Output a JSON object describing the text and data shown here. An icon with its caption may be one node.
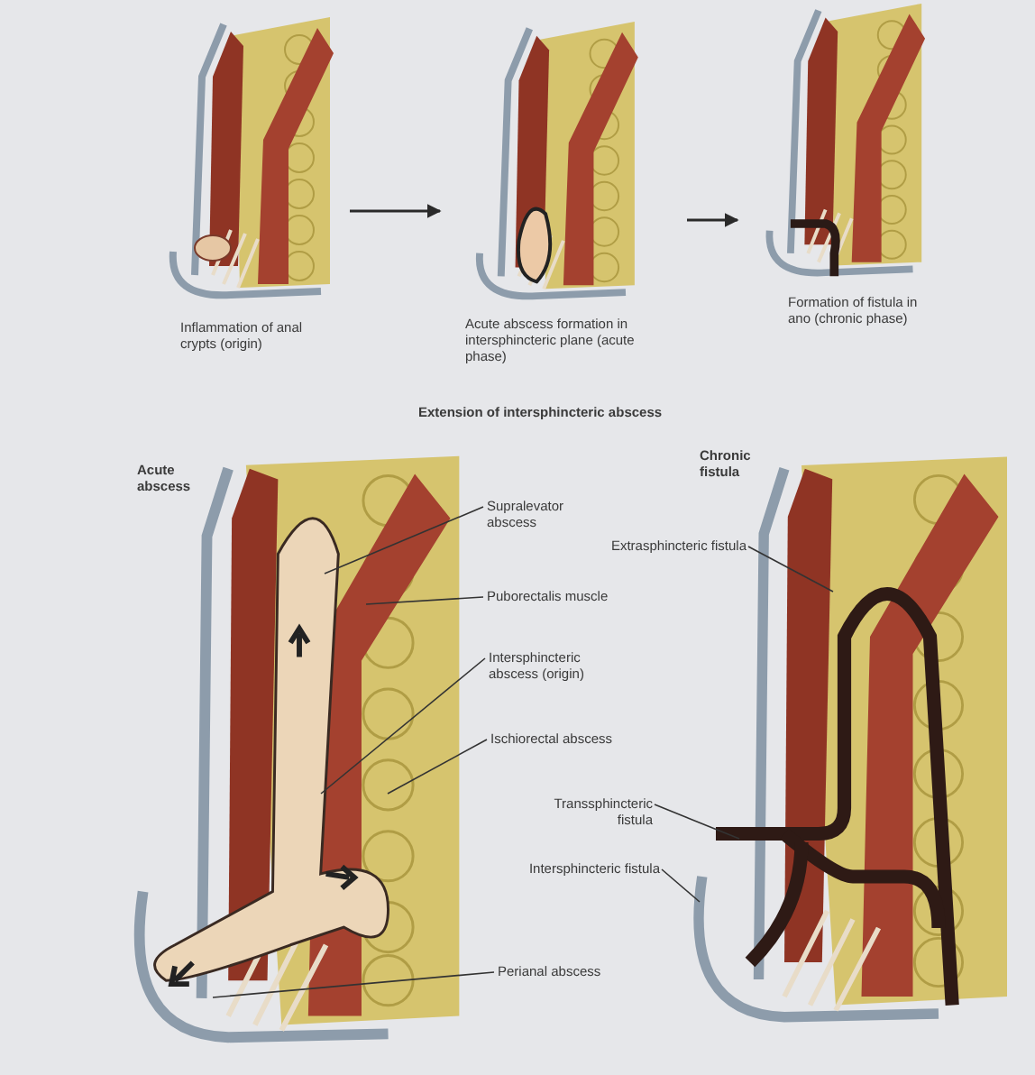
{
  "diagram": {
    "nodes": [
      {
        "text": [
          "Inflammation of anal crypts (origin)"
        ]
      },
      {
        "text": [
          "Acute abscess formation in intersphincteric plane (acute phase)"
        ]
      },
      {
        "text": [
          "Formation of fistula in ano (chronic phase)"
        ]
      },
      {
        "text": [
          "Acute abscess"
        ]
      },
      {
        "text": [
          "Supralevator abscess"
        ]
      },
      {
        "text": [
          "Puborectalis muscle"
        ]
      },
      {
        "text": [
          "Intersphincteric abscess (origin)"
        ]
      },
      {
        "text": [
          "Ischiorectal abscess"
        ]
      },
      {
        "text": [
          "Perianal abscess"
        ]
      },
      {
        "text": [
          "Chronic fistula"
        ]
      },
      {
        "text": [
          "Extrasphincteric fistula"
        ]
      },
      {
        "text": [
          "Transsphincteric fistula"
        ]
      },
      {
        "text": [
          "Intersphincteric fistula"
        ]
      }
    ],
    "edges": [
      {
        "from": 0,
        "to": 1,
        "arrow": "to"
      },
      {
        "from": 1,
        "to": 2,
        "arrow": "to"
      },
      {
        "from": 4,
        "to": 3,
        "arrow": "none"
      },
      {
        "from": 5,
        "to": 3,
        "arrow": "none"
      },
      {
        "from": 6,
        "to": 3,
        "arrow": "none"
      },
      {
        "from": 7,
        "to": 3,
        "arrow": "none"
      },
      {
        "from": 8,
        "to": 3,
        "arrow": "none"
      },
      {
        "from": 10,
        "to": 9,
        "arrow": "none"
      },
      {
        "from": 11,
        "to": 9,
        "arrow": "none"
      },
      {
        "from": 12,
        "to": 9,
        "arrow": "none"
      }
    ],
    "labels": [
      "Extension of intersphincteric abscess"
    ]
  }
}
